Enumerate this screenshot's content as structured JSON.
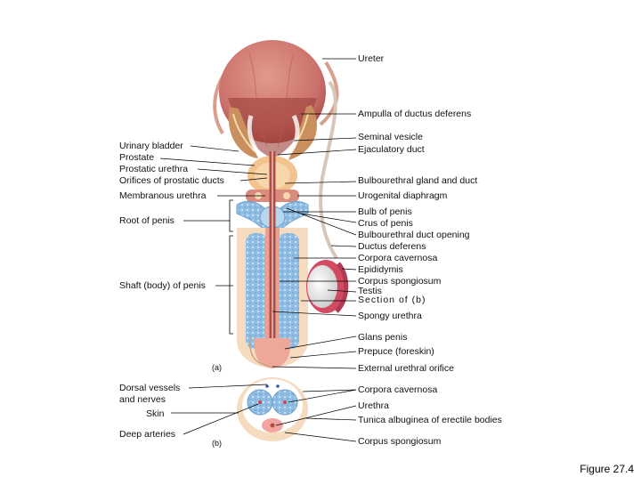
{
  "labels": {
    "ureter": "Ureter",
    "ampulla": "Ampulla of ductus deferens",
    "seminal_vesicle": "Seminal vesicle",
    "ejaculatory_duct": "Ejaculatory duct",
    "urinary_bladder": "Urinary bladder",
    "prostate": "Prostate",
    "prostatic_urethra": "Prostatic urethra",
    "orifices_prostatic": "Orifices of prostatic ducts",
    "bulbourethral_gland": "Bulbourethral gland and duct",
    "membranous_urethra": "Membranous urethra",
    "urogenital_diaphragm": "Urogenital diaphragm",
    "root_of_penis": "Root of penis",
    "bulb_of_penis": "Bulb of penis",
    "crus_of_penis": "Crus of penis",
    "bulbourethral_opening": "Bulbourethral duct opening",
    "ductus_deferens": "Ductus deferens",
    "corpora_cavernosa": "Corpora cavernosa",
    "epididymis": "Epididymis",
    "corpus_spongiosum": "Corpus spongiosum",
    "shaft": "Shaft (body) of penis",
    "testis": "Testis",
    "section_b": "Section of (b)",
    "spongy_urethra": "Spongy urethra",
    "glans_penis": "Glans penis",
    "prepuce": "Prepuce (foreskin)",
    "panel_a": "(a)",
    "external_orifice": "External urethral orifice",
    "dorsal_vessels_1": "Dorsal vessels",
    "dorsal_vessels_2": "and nerves",
    "corpora_cavernosa_b": "Corpora cavernosa",
    "skin": "Skin",
    "urethra_b": "Urethra",
    "tunica": "Tunica albuginea of erectile bodies",
    "deep_arteries": "Deep arteries",
    "panel_b": "(b)",
    "corpus_spongiosum_b": "Corpus spongiosum"
  },
  "figure_label": "Figure 27.4",
  "colors": {
    "bladder": "#c9706a",
    "muscle_dark": "#a5453f",
    "prostate": "#f2c38e",
    "erectile_blue": "#7fb0dc",
    "tissue_tan": "#f0d2a4",
    "skin": "#f5dcc0",
    "line": "#000000"
  }
}
